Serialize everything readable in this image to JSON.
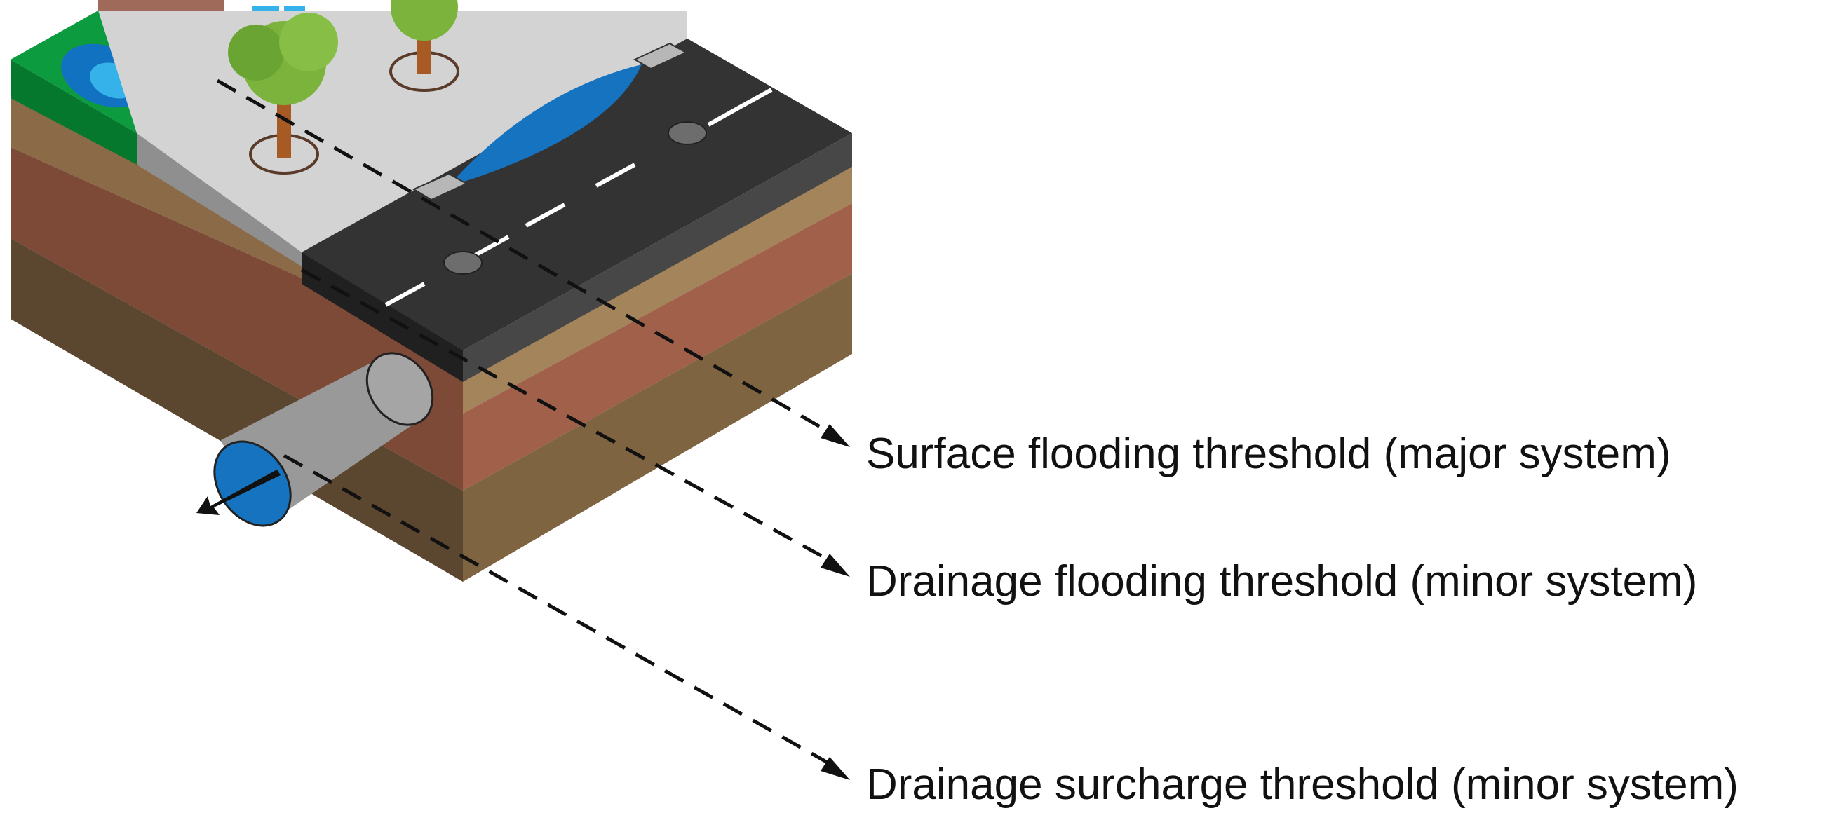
{
  "labels": {
    "surface": "Surface flooding threshold (major system)",
    "drainage_flooding": "Drainage flooding threshold (minor system)",
    "drainage_surcharge": "Drainage surcharge threshold (minor system)"
  },
  "colors": {
    "grass": "#0c9b3f",
    "pond": "#1272c2",
    "pond_light": "#35b2ea",
    "sidewalk_top": "#d3d3d3",
    "sidewalk_side": "#8f8f8f",
    "road_top": "#333333",
    "road_side": "#202020",
    "road_front": "#474747",
    "topsoil": "#a3845b",
    "soil_red": "#a0604a",
    "soil_red_dark": "#7c4a36",
    "soil_brown": "#7f6441",
    "soil_brown_dark": "#5b4630",
    "puddle": "#1673c0",
    "pipe": "#999999",
    "pipe_water": "#1673c0",
    "tree_canopy": "#7bb33c",
    "tree_trunk": "#a85a25"
  }
}
